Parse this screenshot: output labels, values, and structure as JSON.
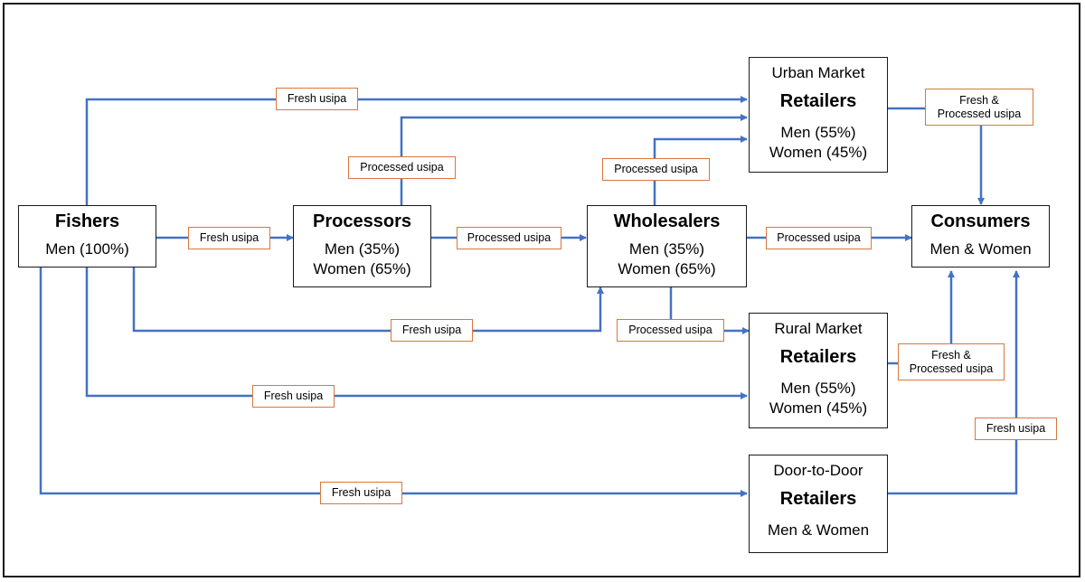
{
  "nodes": {
    "fishers": {
      "title": "Fishers",
      "line1": "Men (100%)"
    },
    "processors": {
      "title": "Processors",
      "line1": "Men (35%)",
      "line2": "Women (65%)"
    },
    "wholesalers": {
      "title": "Wholesalers",
      "line1": "Men (35%)",
      "line2": "Women (65%)"
    },
    "consumers": {
      "title": "Consumers",
      "line1": "Men & Women"
    },
    "urban": {
      "subtitle": "Urban Market",
      "title": "Retailers",
      "line1": "Men (55%)",
      "line2": "Women (45%)"
    },
    "rural": {
      "subtitle": "Rural Market",
      "title": "Retailers",
      "line1": "Men (55%)",
      "line2": "Women (45%)"
    },
    "door": {
      "subtitle": "Door-to-Door",
      "title": "Retailers",
      "line1": "Men & Women"
    }
  },
  "labels": {
    "fresh_top": "Fresh usipa",
    "fresh_proc": "Fresh usipa",
    "proc_to_urban": "Processed usipa",
    "proc_to_whole": "Processed usipa",
    "whole_to_urban": "Processed usipa",
    "whole_to_cons": "Processed usipa",
    "fresh_to_whole": "Fresh usipa",
    "whole_to_rural": "Processed usipa",
    "fresh_to_rural": "Fresh usipa",
    "fresh_to_door": "Fresh usipa",
    "urban_to_cons": "Fresh &\nProcessed usipa",
    "rural_to_cons": "Fresh &\nProcessed usipa",
    "door_to_cons": "Fresh usipa"
  },
  "colors": {
    "arrow": "#4472c4",
    "label_border": "#d9773f",
    "box_border": "#1a1a1a"
  }
}
